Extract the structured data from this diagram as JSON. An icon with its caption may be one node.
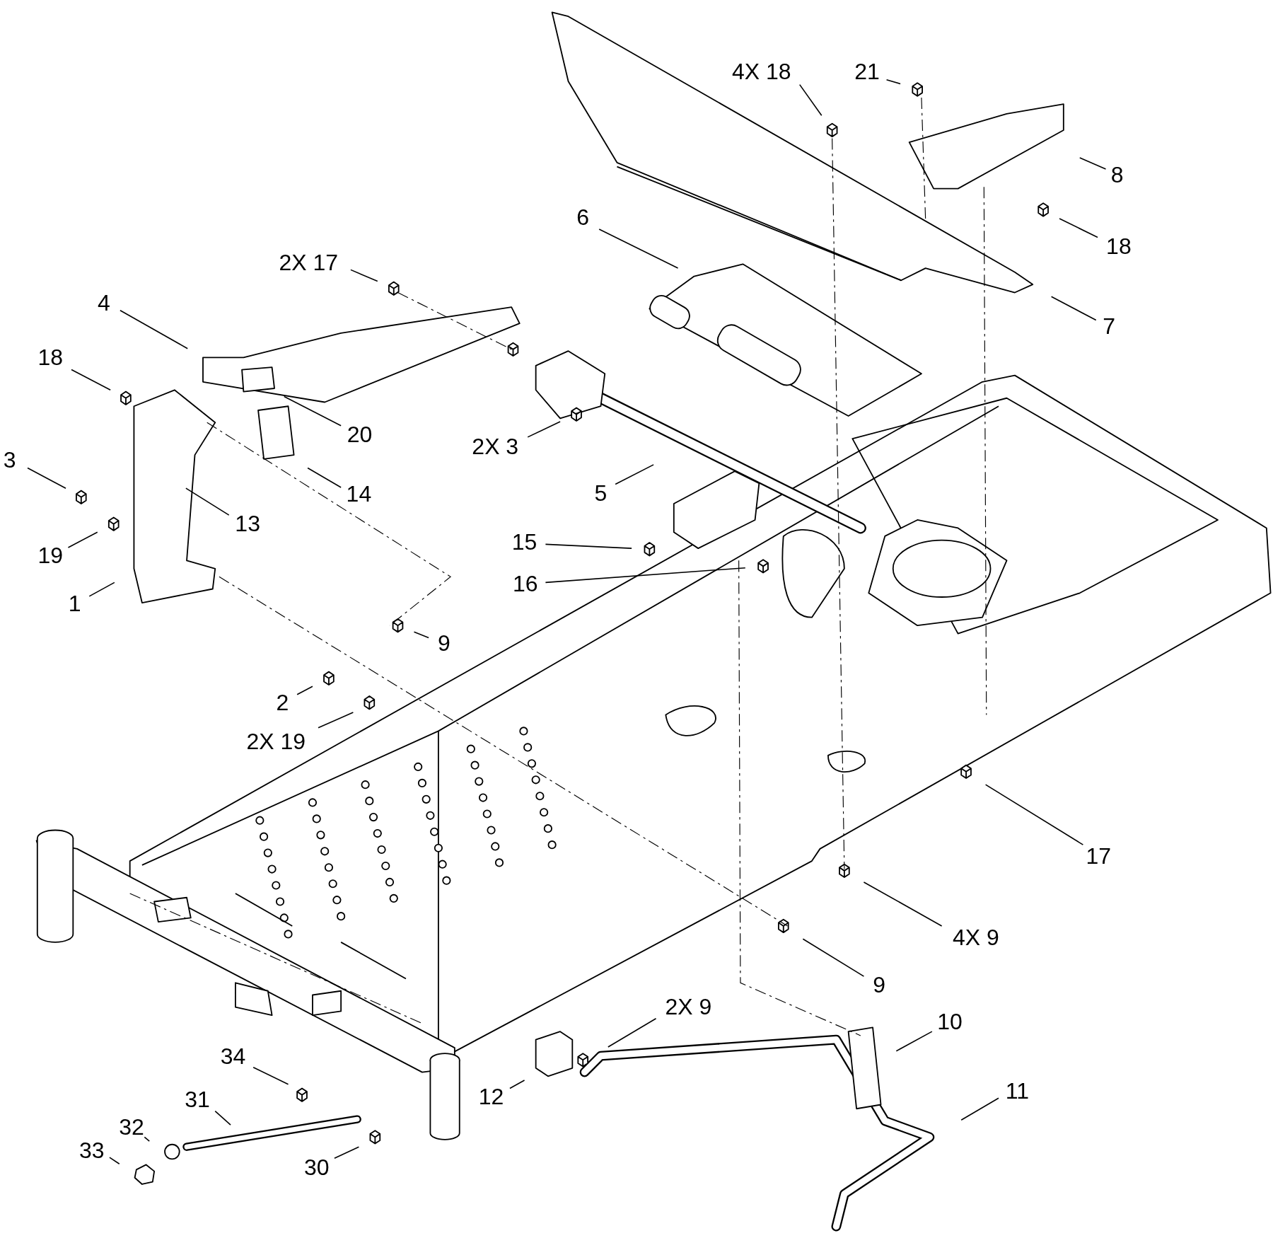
{
  "diagram": {
    "nodes": [
      {
        "text": [
          "4X 18"
        ]
      },
      {
        "text": [
          "21"
        ]
      },
      {
        "text": [
          "8"
        ]
      },
      {
        "text": [
          "18"
        ]
      },
      {
        "text": [
          "6"
        ]
      },
      {
        "text": [
          "7"
        ]
      },
      {
        "text": [
          "2X 17"
        ]
      },
      {
        "text": [
          "4"
        ]
      },
      {
        "text": [
          "18"
        ]
      },
      {
        "text": [
          "20"
        ]
      },
      {
        "text": [
          "2X 3"
        ]
      },
      {
        "text": [
          "3"
        ]
      },
      {
        "text": [
          "13"
        ]
      },
      {
        "text": [
          "14"
        ]
      },
      {
        "text": [
          "5"
        ]
      },
      {
        "text": [
          "19"
        ]
      },
      {
        "text": [
          "15"
        ]
      },
      {
        "text": [
          "16"
        ]
      },
      {
        "text": [
          "1"
        ]
      },
      {
        "text": [
          "9"
        ]
      },
      {
        "text": [
          "2"
        ]
      },
      {
        "text": [
          "2X 19"
        ]
      },
      {
        "text": [
          "17"
        ]
      },
      {
        "text": [
          "4X 9"
        ]
      },
      {
        "text": [
          "9"
        ]
      },
      {
        "text": [
          "2X 9"
        ]
      },
      {
        "text": [
          "10"
        ]
      },
      {
        "text": [
          "34"
        ]
      },
      {
        "text": [
          "12"
        ]
      },
      {
        "text": [
          "11"
        ]
      },
      {
        "text": [
          "31"
        ]
      },
      {
        "text": [
          "32"
        ]
      },
      {
        "text": [
          "33"
        ]
      },
      {
        "text": [
          "30"
        ]
      }
    ],
    "edges": [
      {
        "from": 0,
        "to": null,
        "arrow": "none"
      },
      {
        "from": 1,
        "to": null,
        "arrow": "none"
      },
      {
        "from": 2,
        "to": null,
        "arrow": "none"
      },
      {
        "from": 3,
        "to": null,
        "arrow": "none"
      },
      {
        "from": 4,
        "to": null,
        "arrow": "none"
      },
      {
        "from": 5,
        "to": null,
        "arrow": "none"
      },
      {
        "from": 6,
        "to": null,
        "arrow": "none"
      },
      {
        "from": 7,
        "to": null,
        "arrow": "none"
      },
      {
        "from": 8,
        "to": null,
        "arrow": "none"
      },
      {
        "from": 9,
        "to": null,
        "arrow": "none"
      },
      {
        "from": 10,
        "to": null,
        "arrow": "none"
      },
      {
        "from": 11,
        "to": null,
        "arrow": "none"
      },
      {
        "from": 12,
        "to": null,
        "arrow": "none"
      },
      {
        "from": 13,
        "to": null,
        "arrow": "none"
      },
      {
        "from": 14,
        "to": null,
        "arrow": "none"
      },
      {
        "from": 15,
        "to": null,
        "arrow": "none"
      },
      {
        "from": 16,
        "to": null,
        "arrow": "none"
      },
      {
        "from": 17,
        "to": null,
        "arrow": "none"
      },
      {
        "from": 18,
        "to": null,
        "arrow": "none"
      },
      {
        "from": 19,
        "to": null,
        "arrow": "none"
      },
      {
        "from": 20,
        "to": null,
        "arrow": "none"
      },
      {
        "from": 21,
        "to": null,
        "arrow": "none"
      },
      {
        "from": 22,
        "to": null,
        "arrow": "none"
      },
      {
        "from": 23,
        "to": null,
        "arrow": "none"
      },
      {
        "from": 24,
        "to": null,
        "arrow": "none"
      },
      {
        "from": 25,
        "to": null,
        "arrow": "none"
      },
      {
        "from": 26,
        "to": null,
        "arrow": "none"
      },
      {
        "from": 27,
        "to": null,
        "arrow": "none"
      },
      {
        "from": 28,
        "to": null,
        "arrow": "none"
      },
      {
        "from": 29,
        "to": null,
        "arrow": "none"
      },
      {
        "from": 30,
        "to": null,
        "arrow": "none"
      },
      {
        "from": 31,
        "to": null,
        "arrow": "none"
      },
      {
        "from": 32,
        "to": null,
        "arrow": "none"
      },
      {
        "from": 33,
        "to": null,
        "arrow": "none"
      }
    ]
  }
}
